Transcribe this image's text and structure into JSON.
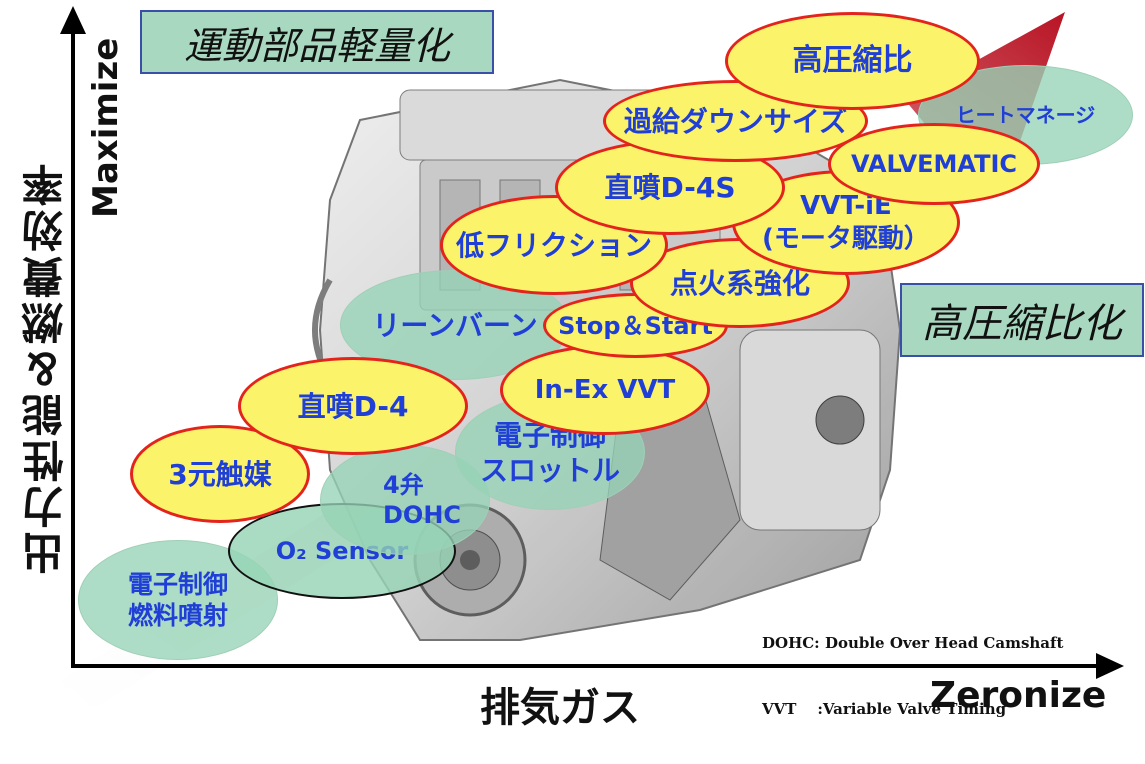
{
  "panels": {
    "top_left": "運動部品軽量化",
    "right": "高圧縮比化"
  },
  "axes": {
    "y_label": "出力性能＆燃費効率",
    "y_max_label": "Maximize",
    "x_label": "排気ガス",
    "x_max_label": "Zeronize"
  },
  "bubbles": {
    "efi": [
      "電子制御",
      "燃料噴射"
    ],
    "o2": "O₂ Sensor",
    "three_way": "3元触媒",
    "dohc": [
      "4弁",
      "DOHC"
    ],
    "etc": [
      "電子制御",
      "スロットル"
    ],
    "d4": "直噴D-4",
    "leanburn": "リーンバーン",
    "inex_vvt": "In-Ex VVT",
    "stop_start": "Stop＆Start",
    "ignition": "点火系強化",
    "low_friction": "低フリクション",
    "vvtie": [
      "VVT-iE",
      "(モータ駆動）"
    ],
    "d4s": "直噴D-4S",
    "valvematic": "VALVEMATIC",
    "turbo_downsize": "過給ダウンサイズ",
    "high_compression": "高圧縮比",
    "heat_management": "ヒートマネージ"
  },
  "footnotes": [
    "DOHC: Double Over Head Camshaft",
    "VVT    :Variable Valve Timing"
  ],
  "colors": {
    "yellow_fill": "#fbf36a",
    "red_outline": "#e3241c",
    "green_fill": "#96d4b6",
    "text_blue": "#1f3fd6",
    "arrow_red": "#b81424"
  }
}
